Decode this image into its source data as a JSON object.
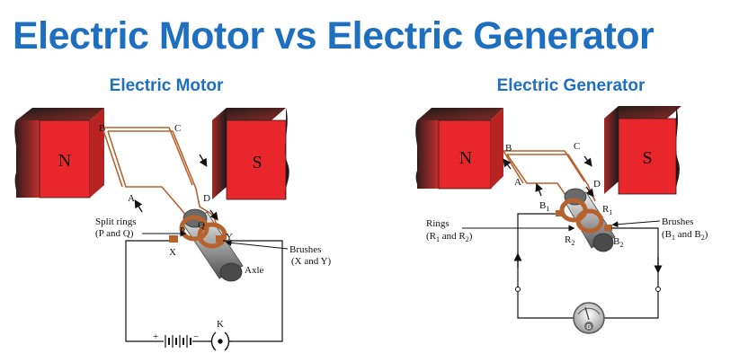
{
  "title": "Electric Motor vs Electric Generator",
  "motor": {
    "heading": "Electric Motor",
    "poles": {
      "north": "N",
      "south": "S"
    },
    "corners": {
      "a": "A",
      "b": "B",
      "c": "C",
      "d": "D"
    },
    "split_rings_label": "Split rings",
    "split_rings_detail": "(P and Q)",
    "ring_p": "P",
    "ring_q": "Q",
    "brush_x": "X",
    "brush_y": "Y",
    "brushes_label": "Brushes",
    "brushes_detail": "(X and Y)",
    "axle_label": "Axle",
    "key_label": "K",
    "battery_plus": "+",
    "battery_minus": "−"
  },
  "generator": {
    "heading": "Electric Generator",
    "poles": {
      "north": "N",
      "south": "S"
    },
    "corners": {
      "a": "A",
      "b": "B",
      "c": "C",
      "d": "D"
    },
    "b1": "B",
    "b1_sub": "1",
    "r1": "R",
    "r1_sub": "1",
    "r2": "R",
    "r2_sub": "2",
    "b2": "B",
    "b2_sub": "2",
    "rings_label": "Rings",
    "rings_detail_1": "(R",
    "rings_detail_sub1": "1",
    "rings_detail_2": " and R",
    "rings_detail_sub2": "2",
    "rings_detail_3": ")",
    "brushes_label": "Brushes",
    "brushes_detail_1": "(B",
    "brushes_detail_sub1": "1",
    "brushes_detail_2": " and B",
    "brushes_detail_sub2": "2",
    "brushes_detail_3": ")",
    "galvanometer_label": "G"
  }
}
